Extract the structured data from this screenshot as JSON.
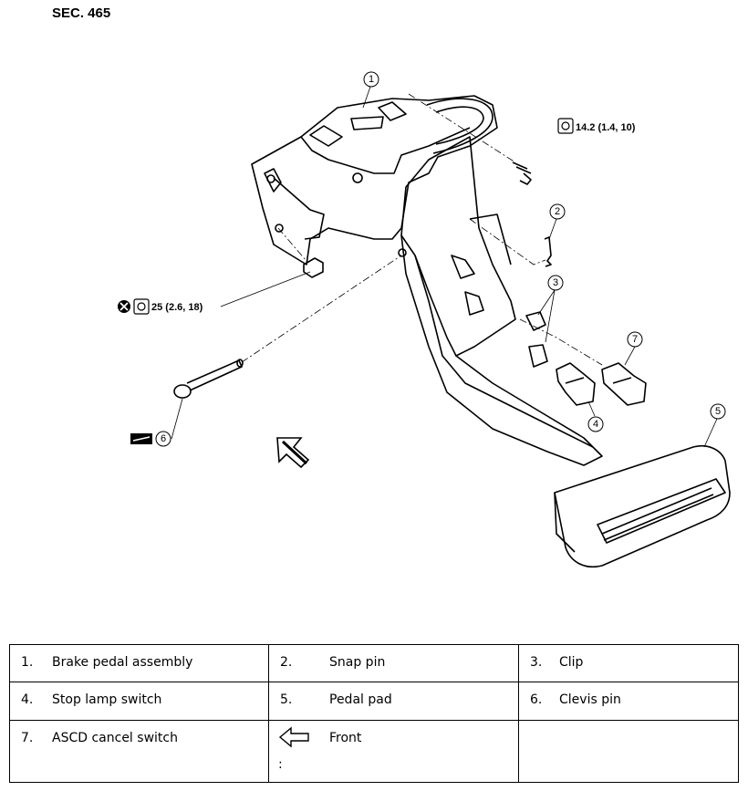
{
  "section": "SEC. 465",
  "callouts": {
    "c1": "1",
    "c2": "2",
    "c3": "3",
    "c4": "4",
    "c5": "5",
    "c6": "6",
    "c7": "7"
  },
  "torque_bolt": "14.2 (1.4, 10)",
  "torque_nut": "25 (2.6, 18)",
  "legend": {
    "rows": [
      [
        {
          "num": "1.",
          "label": "Brake pedal assembly"
        },
        {
          "num": "2.",
          "label": "Snap pin"
        },
        {
          "num": "3.",
          "label": "Clip"
        }
      ],
      [
        {
          "num": "4.",
          "label": "Stop lamp switch"
        },
        {
          "num": "5.",
          "label": "Pedal pad"
        },
        {
          "num": "6.",
          "label": "Clevis pin"
        }
      ],
      [
        {
          "num": "7.",
          "label": "ASCD cancel switch"
        },
        {
          "num": ":",
          "label": "Front"
        },
        {
          "num": "",
          "label": ""
        }
      ]
    ]
  }
}
